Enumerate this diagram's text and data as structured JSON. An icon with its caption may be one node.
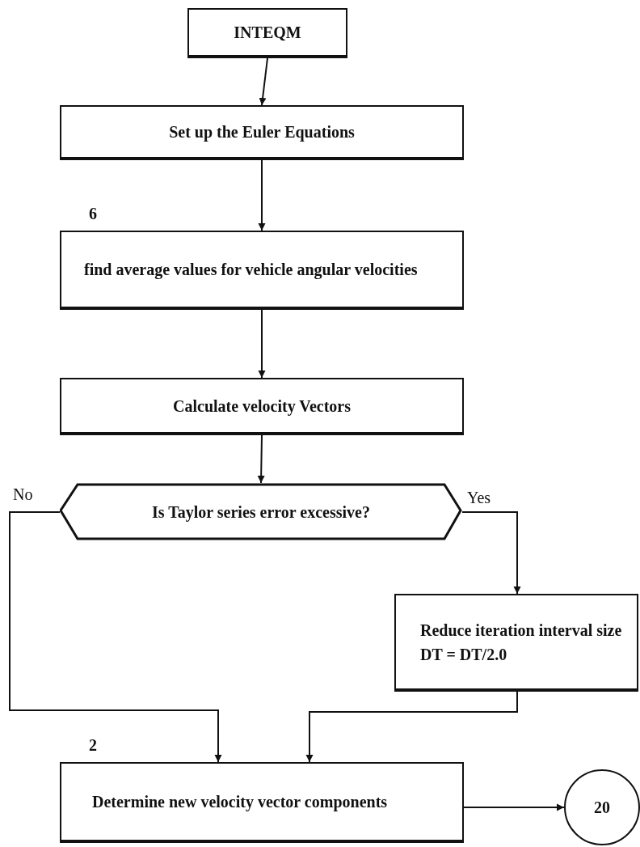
{
  "diagram": {
    "nodes": [
      {
        "text": [
          "INTEQM"
        ]
      },
      {
        "text": [
          "Set up the Euler Equations"
        ]
      },
      {
        "text": [
          "find average values for vehicle angular velocities"
        ],
        "beside": [
          "6"
        ]
      },
      {
        "text": [
          "Calculate velocity Vectors"
        ]
      },
      {
        "text": [
          "Is Taylor series error excessive?"
        ]
      },
      {
        "text": [
          "Reduce iteration interval size",
          "DT = DT/2.0"
        ]
      },
      {
        "text": [
          "Determine new velocity vector components"
        ],
        "beside": [
          "2"
        ]
      },
      {
        "text": [
          "20"
        ]
      }
    ],
    "edges": [
      {
        "from": 0,
        "to": 1,
        "arrow": "to"
      },
      {
        "from": 1,
        "to": 2,
        "arrow": "to"
      },
      {
        "from": 2,
        "to": 3,
        "arrow": "to"
      },
      {
        "from": 3,
        "to": 4,
        "arrow": "to"
      },
      {
        "from": 4,
        "to": 6,
        "arrow": "to",
        "label": "No"
      },
      {
        "from": 4,
        "to": 5,
        "arrow": "to",
        "label": "Yes"
      },
      {
        "from": 5,
        "to": 6,
        "arrow": "to"
      },
      {
        "from": 6,
        "to": 7,
        "arrow": "to"
      }
    ]
  }
}
